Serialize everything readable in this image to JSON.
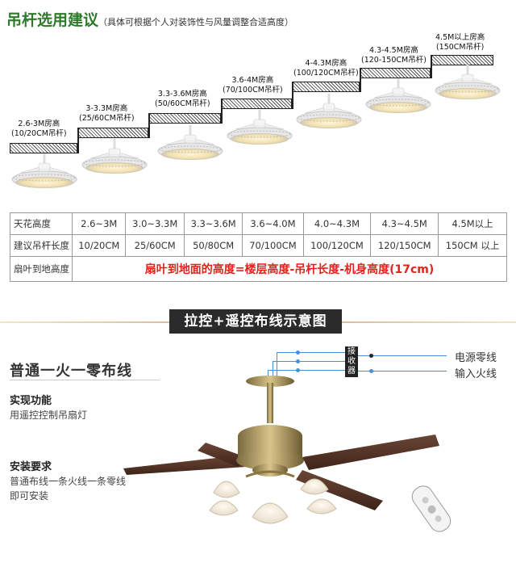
{
  "header": {
    "title": "吊杆选用建议",
    "subtitle": "（具体可根据个人对装饰性与风量调整合适高度）"
  },
  "heights": [
    {
      "h": "2.6-3M房高",
      "rod": "(10/20CM吊杆)"
    },
    {
      "h": "3-3.3M房高",
      "rod": "(25/60CM吊杆)"
    },
    {
      "h": "3.3-3.6M房高",
      "rod": "(50/60CM吊杆)"
    },
    {
      "h": "3.6-4M房高",
      "rod": "(70/100CM吊杆)"
    },
    {
      "h": "4-4.3M房高",
      "rod": "(100/120CM吊杆)"
    },
    {
      "h": "4.3-4.5M房高",
      "rod": "(120-150CM吊杆)"
    },
    {
      "h": "4.5M以上房高",
      "rod": "(150CM吊杆)"
    }
  ],
  "table": {
    "rows": [
      {
        "label": "天花高度",
        "cells": [
          "2.6~3M",
          "3.0~3.3M",
          "3.3~3.6M",
          "3.6~4.0M",
          "4.0~4.3M",
          "4.3~4.5M",
          "4.5M以上"
        ]
      },
      {
        "label": "建议吊杆长度",
        "cells": [
          "10/20CM",
          "25/60CM",
          "50/80CM",
          "70/100CM",
          "100/120CM",
          "120/150CM",
          "150CM 以上"
        ]
      }
    ],
    "formula_label": "扇叶到地高度",
    "formula": "扇叶到地面的高度=楼层高度-吊杆长度-机身高度(17cm)"
  },
  "banner": "拉控+遥控布线示意图",
  "wiring": {
    "title": "普通一火一零布线",
    "func_title": "实现功能",
    "func_text": "用遥控控制吊扇灯",
    "install_title": "安装要求",
    "install_line1": "普通布线一条火线一条零线",
    "install_line2": "即可安装",
    "receiver": "接收器",
    "neutral_label": "电源零线",
    "live_label": "输入火线"
  },
  "colors": {
    "title_green": "#2e7a2a",
    "formula_red": "#e0231b",
    "wire_blue": "#4a8ed8",
    "banner_bg": "#2b2b2b"
  },
  "icons": [
    "ceiling-fan-light-icon",
    "remote-control-icon",
    "brass-ceiling-fan-icon"
  ]
}
